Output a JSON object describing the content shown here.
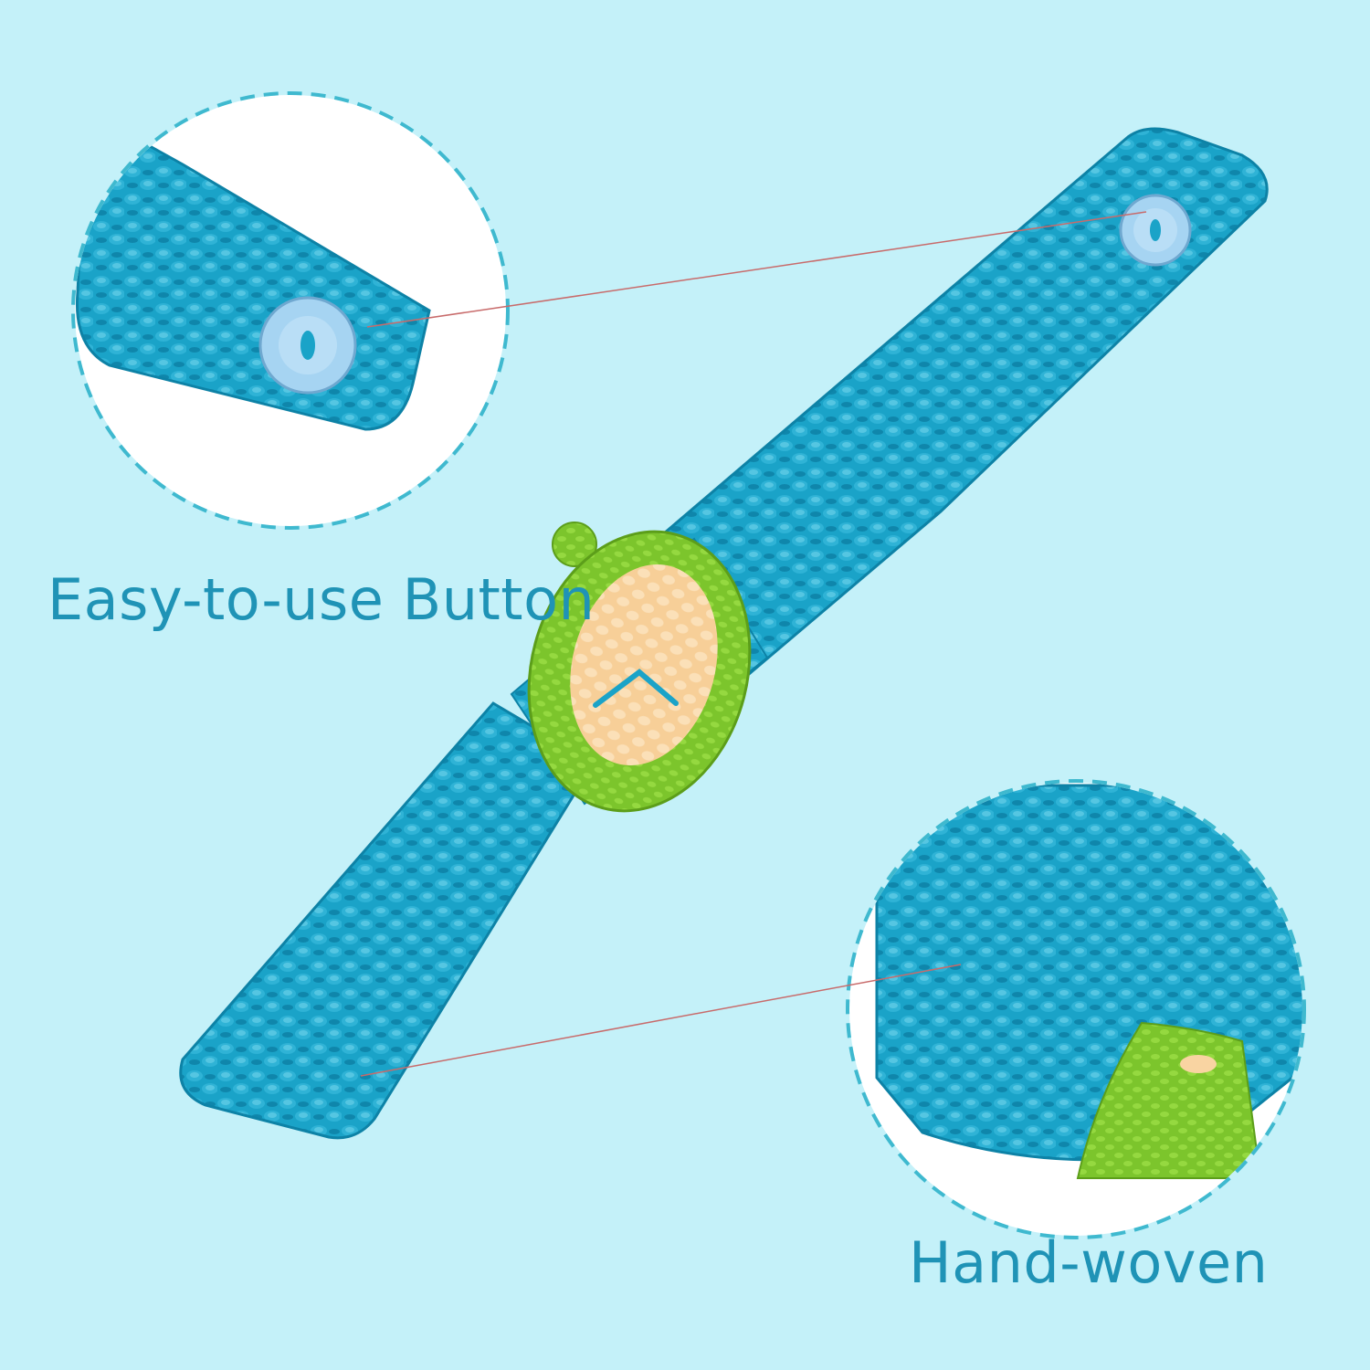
{
  "captions": {
    "button_feature": "Easy-to-use Button",
    "woven_feature": "Hand-woven"
  },
  "colors": {
    "background": "#c4f1f9",
    "strap": "#1aa3c8",
    "strap_dark": "#0d82a6",
    "strap_light": "#4fc1df",
    "watch_bezel": "#7cc52c",
    "watch_bezel_dark": "#5c9e1a",
    "watch_face": "#f9d4a2",
    "button": "#a6d4f2",
    "caption_text": "#1f93b6",
    "dashed_circle": "#3fb9cf",
    "pointer_line": "#c86b6b"
  },
  "icons": {
    "zoom_circle_button": "magnified-button-view",
    "zoom_circle_woven": "magnified-woven-view"
  }
}
